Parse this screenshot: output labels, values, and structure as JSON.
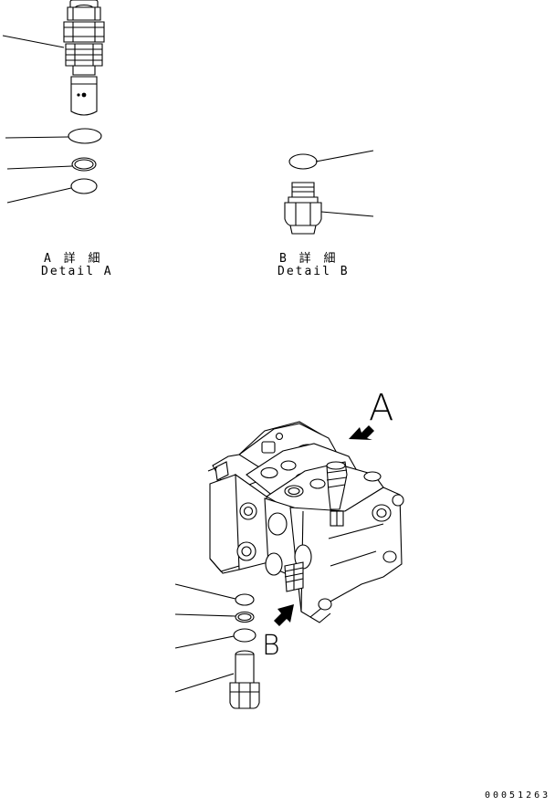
{
  "detail_a": {
    "jp": "A 詳 細",
    "en": "Detail A"
  },
  "detail_b": {
    "jp": "B 詳 細",
    "en": "Detail B"
  },
  "view_labels": {
    "a": "A",
    "b": "B"
  },
  "figure_number": "00051263"
}
